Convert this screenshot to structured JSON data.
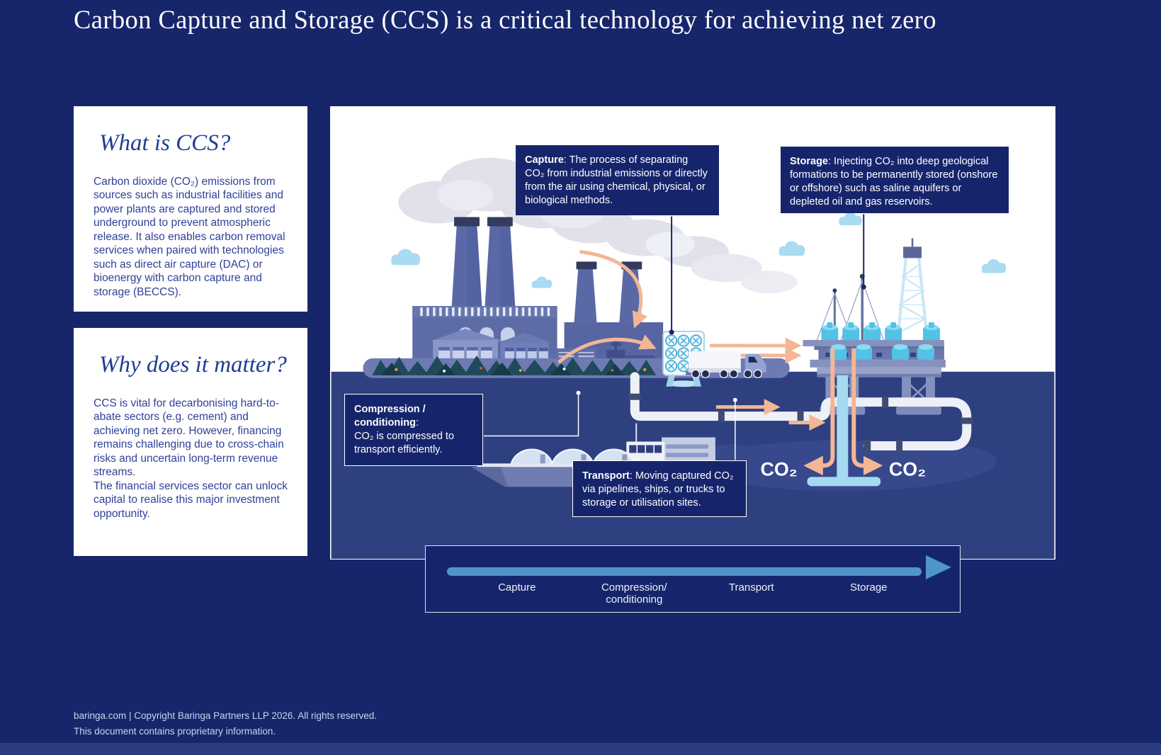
{
  "title": "Carbon Capture and Storage (CCS) is a critical technology for achieving net zero",
  "cards": [
    {
      "heading": "What is CCS?",
      "para1": "Carbon dioxide (CO₂) emissions from sources such as industrial facilities and power plants are captured and stored underground to prevent atmospheric release. It also enables carbon removal services when paired with technologies such as direct air capture (DAC) or bioenergy with carbon capture and storage (BECCS).",
      "para2": ""
    },
    {
      "heading": "Why does it matter?",
      "para1": "CCS is vital for decarbonising hard-to-abate sectors (e.g. cement) and achieving net zero. However, financing remains challenging due to cross-chain risks and uncertain long-term revenue streams.",
      "para2": "The financial services sector can unlock capital to realise this major investment opportunity."
    }
  ],
  "callouts": {
    "capture": {
      "label": "Capture",
      "text": ": The process of separating CO₂ from industrial emissions or directly from the air using chemical, physical, or biological methods."
    },
    "storage": {
      "label": "Storage",
      "text": ": Injecting CO₂ into deep geological formations to be permanently stored (onshore or offshore) such as saline aquifers or depleted oil and gas reservoirs."
    },
    "compression": {
      "label": "Compression / conditioning",
      "text": ":\nCO₂ is compressed to transport efficiently."
    },
    "transport": {
      "label": "Transport",
      "text": ": Moving captured CO₂ via pipelines, ships, or trucks to storage or utilisation sites."
    }
  },
  "diagram": {
    "co2_left": "CO₂",
    "co2_right": "CO₂"
  },
  "process": {
    "steps": [
      "Capture",
      "Compression/\nconditioning",
      "Transport",
      "Storage"
    ]
  },
  "footer": {
    "line1": "baringa.com | Copyright Baringa Partners LLP 2026. All rights reserved.",
    "line2": "This document contains proprietary information."
  },
  "colors": {
    "background": "#17266b",
    "sea": "#2e4080",
    "callout_bg": "#16256b",
    "accent_peach": "#f3b795",
    "flow_arrow_blue": "#4f95ca",
    "card_heading": "#1f3d94",
    "card_body": "#2f4198",
    "tank_cyan": "#52c3e6"
  }
}
